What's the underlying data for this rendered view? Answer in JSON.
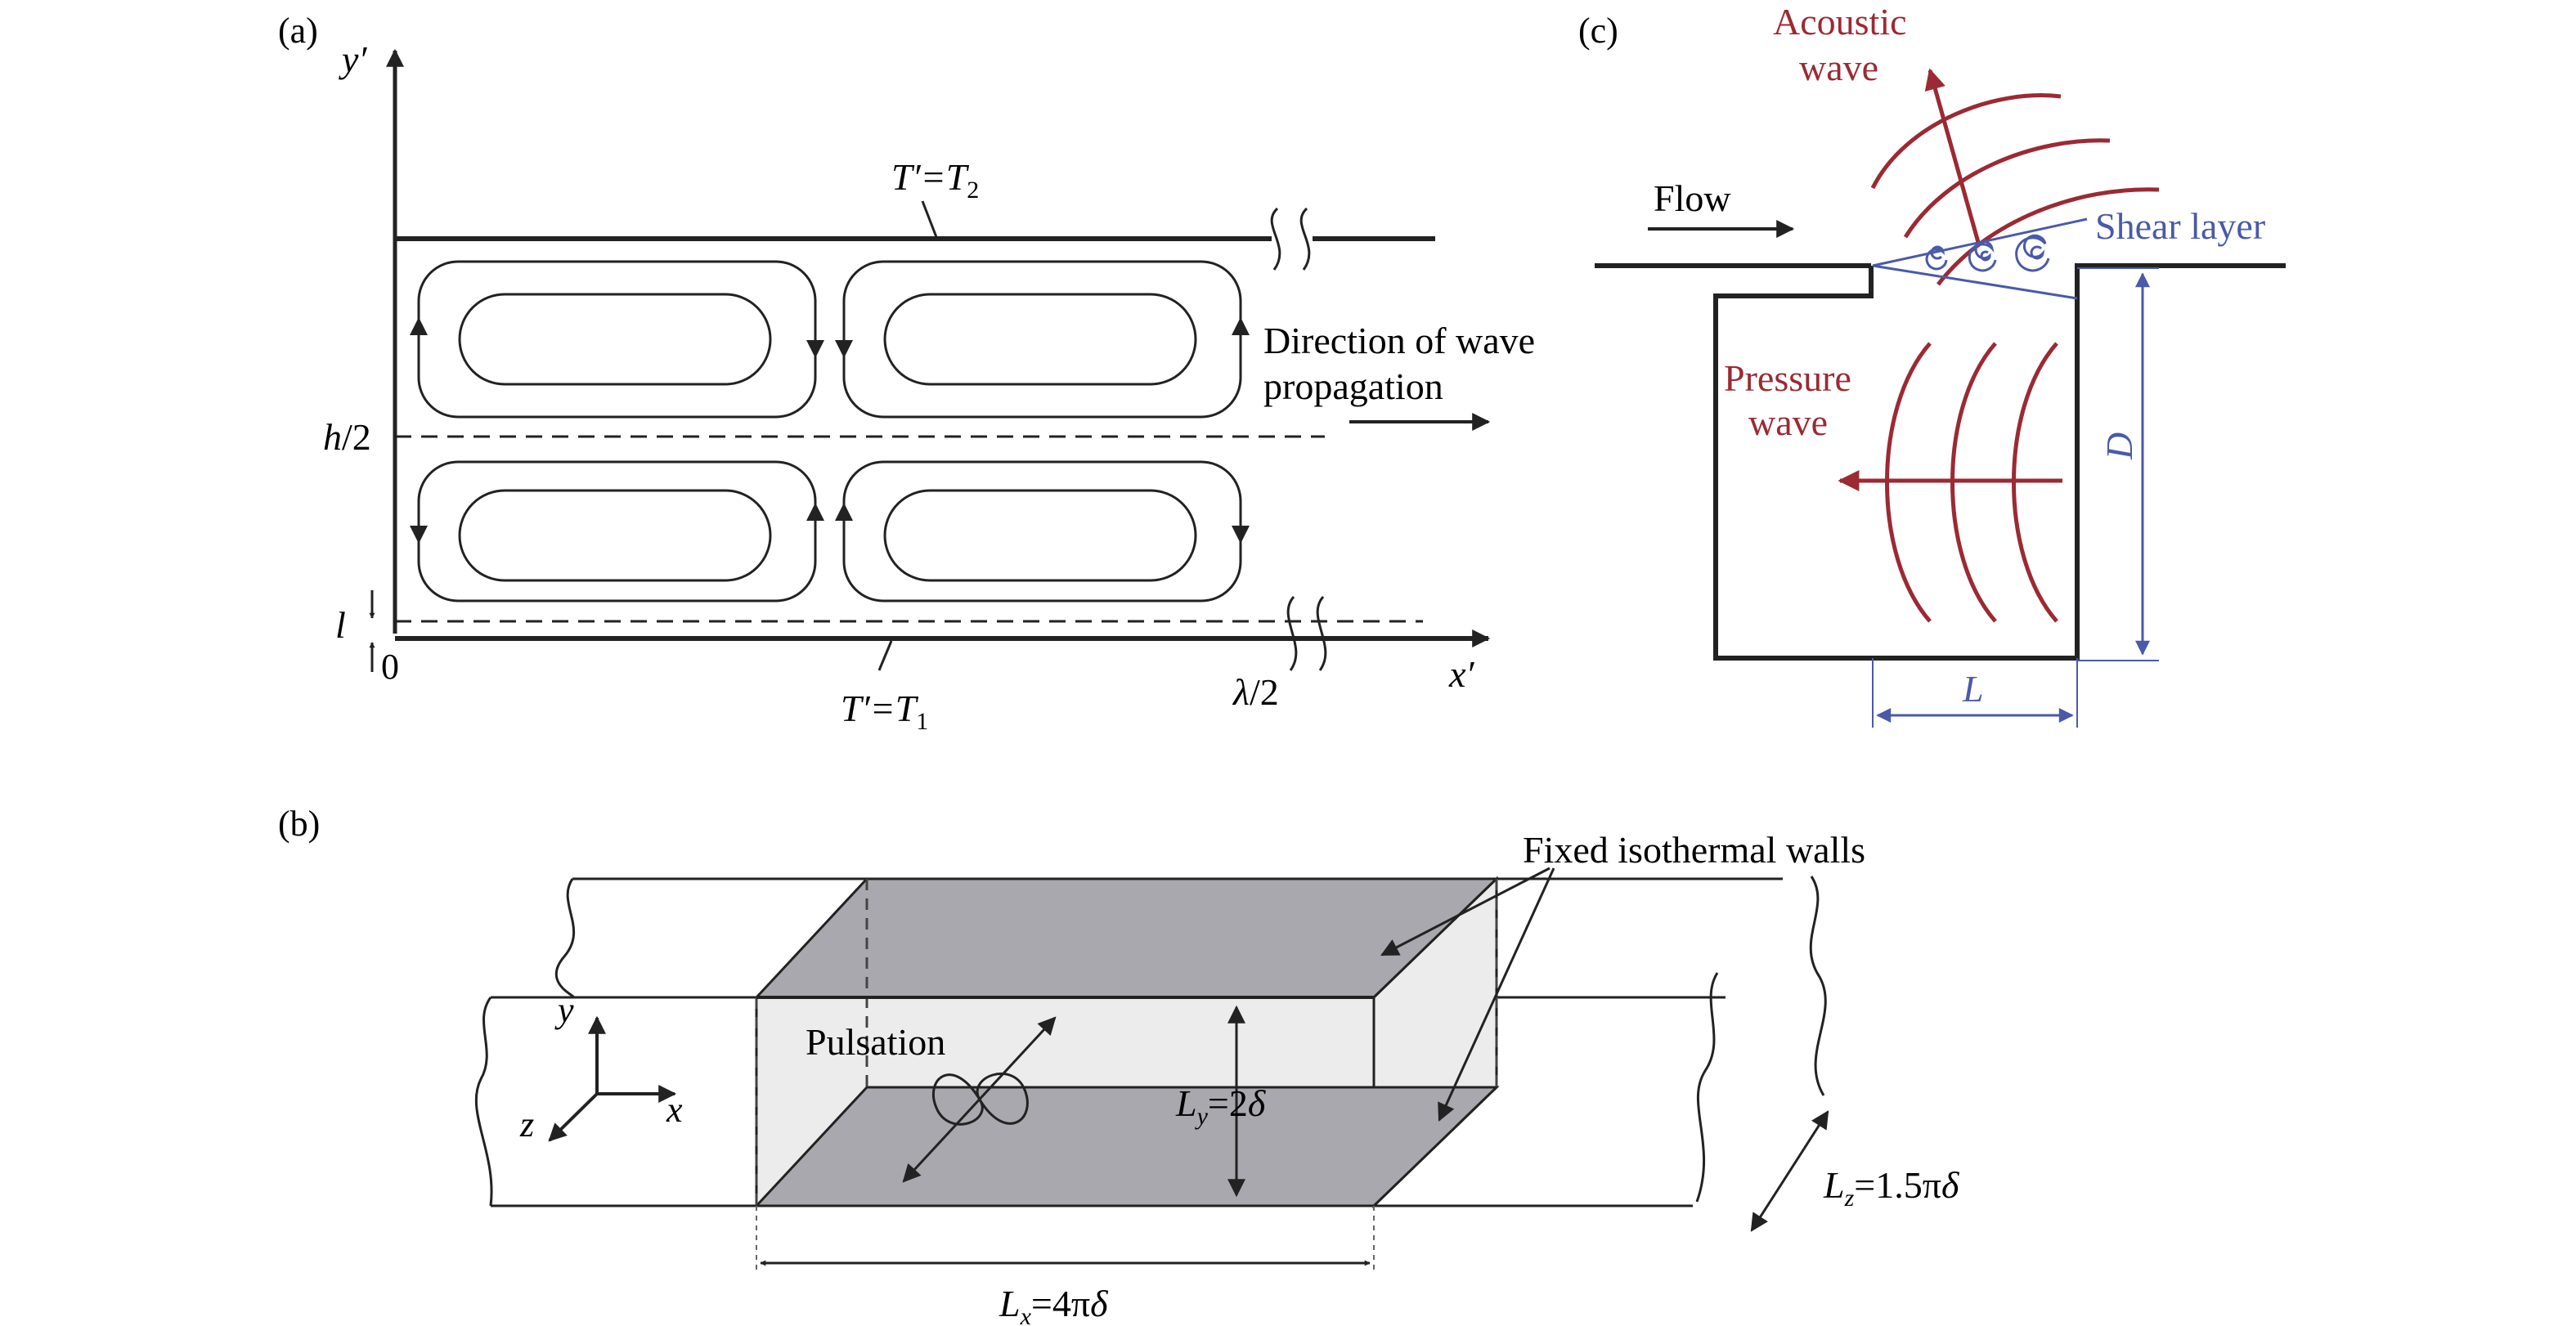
{
  "panels": {
    "a": {
      "label": "(a)",
      "axis_y": "y′",
      "axis_x": "x′",
      "origin": "0",
      "half_height": "h/2",
      "layer_thickness": "l",
      "half_wavelength": "λ/2",
      "top_wall": {
        "lhs": "T′=",
        "rhs": "T",
        "sub": "2"
      },
      "bottom_wall": {
        "lhs": "T′=",
        "rhs": "T",
        "sub": "1"
      },
      "propagation_line1": "Direction of wave",
      "propagation_line2": "propagation"
    },
    "b": {
      "label": "(b)",
      "walls_label": "Fixed isothermal walls",
      "pulsation": "Pulsation",
      "axis_x": "x",
      "axis_y": "y",
      "axis_z": "z",
      "lx": {
        "sym": "L",
        "sub": "x",
        "val": "=4π",
        "greek": "δ"
      },
      "ly": {
        "sym": "L",
        "sub": "y",
        "val": "=2",
        "greek": "δ"
      },
      "lz": {
        "sym": "L",
        "sub": "z",
        "val": "=1.5π",
        "greek": "δ"
      },
      "colors": {
        "wall": "#a8a8ae",
        "box": "#ececec"
      }
    },
    "c": {
      "label": "(c)",
      "acoustic_line1": "Acoustic",
      "acoustic_line2": "wave",
      "flow": "Flow",
      "shear_layer": "Shear layer",
      "pressure_line1": "Pressure",
      "pressure_line2": "wave",
      "depth": "D",
      "length": "L",
      "colors": {
        "acoustic": "#9b2a33",
        "shear": "#4a5aa8"
      }
    }
  }
}
